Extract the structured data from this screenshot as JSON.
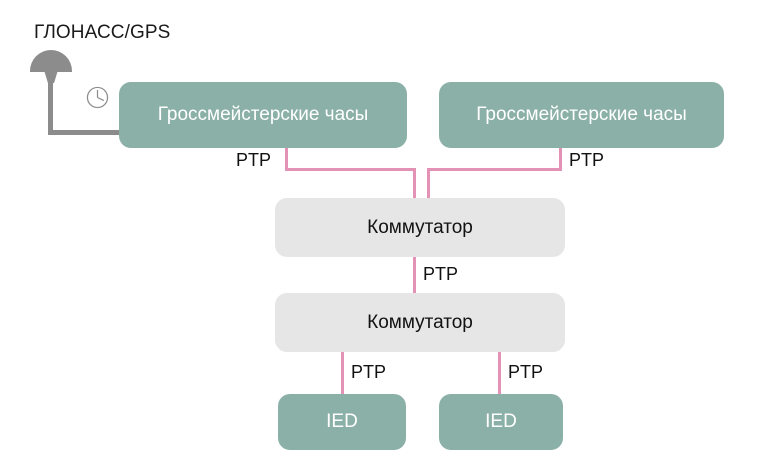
{
  "diagram": {
    "title": "ГЛОНАСС/GPS",
    "colors": {
      "teal_node": "#8bb0a7",
      "gray_node": "#e6e6e6",
      "ptp_link": "#e391b4",
      "antenna": "#8c8c8c",
      "text_dark": "#111111",
      "text_light": "#ffffff",
      "background": "#ffffff"
    },
    "nodes": {
      "grandmaster_clock_left": "Гроссмейстерские часы",
      "grandmaster_clock_right": "Гроссмейстерские часы",
      "switch_upper": "Коммутатор",
      "switch_lower": "Коммутатор",
      "ied_left": "IED",
      "ied_right": "IED"
    },
    "link_labels": {
      "gm_left_to_switch": "PTP",
      "gm_right_to_switch": "PTP",
      "switch_to_switch": "PTP",
      "switch_to_ied_left": "PTP",
      "switch_to_ied_right": "PTP"
    },
    "icons": {
      "antenna": "satellite-dish-icon",
      "clock": "clock-icon"
    }
  }
}
